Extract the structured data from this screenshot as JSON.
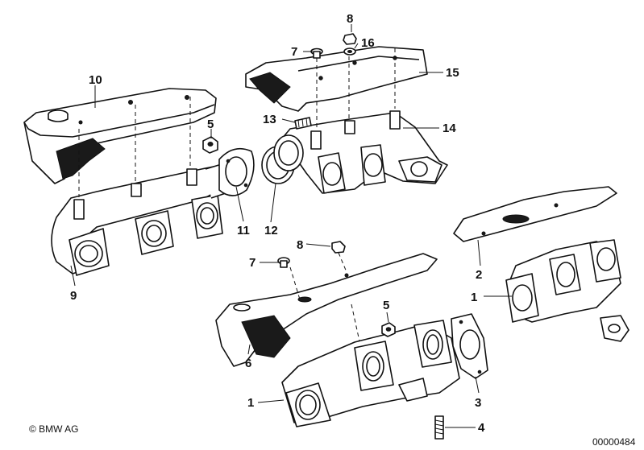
{
  "callouts": {
    "c1": "1",
    "c1b": "1",
    "c2": "2",
    "c3": "3",
    "c4": "4",
    "c5": "5",
    "c5b": "5",
    "c6": "6",
    "c7": "7",
    "c7b": "7",
    "c8": "8",
    "c8b": "8",
    "c9": "9",
    "c10": "10",
    "c11": "11",
    "c12": "12",
    "c13": "13",
    "c14": "14",
    "c15": "15",
    "c16": "16"
  },
  "footer": {
    "copyright": "© BMW AG",
    "diagram_number": "00000484"
  }
}
